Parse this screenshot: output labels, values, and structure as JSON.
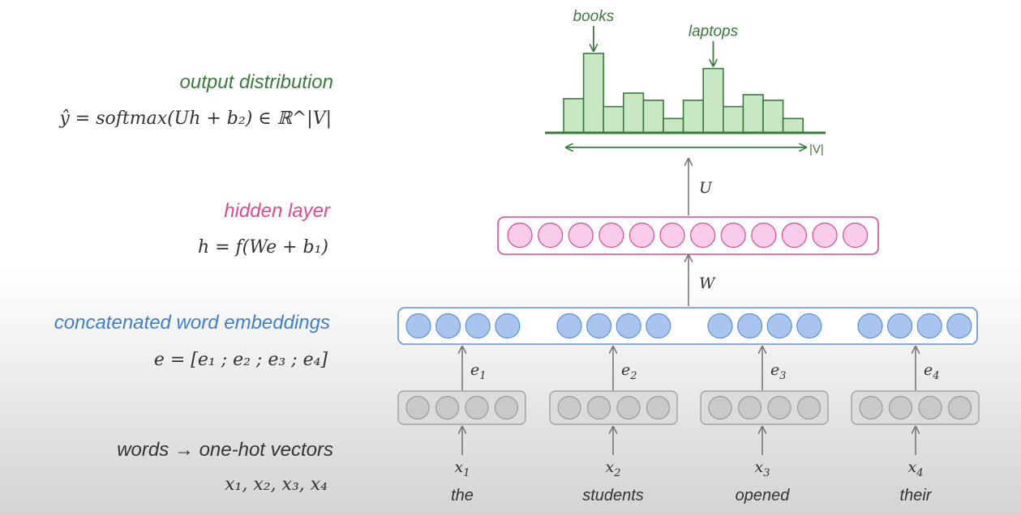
{
  "labels": {
    "output_title": "output distribution",
    "output_formula": "ŷ = softmax(Uh + b₂) ∈ ℝ^|V|",
    "hidden_title": "hidden layer",
    "hidden_formula": "h = f(We + b₁)",
    "embed_title": "concatenated word embeddings",
    "embed_formula": "e = [e₁ ; e₂ ; e₃ ; e₄]",
    "words_title": "words → one-hot vectors",
    "words_formula": "x₁, x₂, x₃, x₄"
  },
  "histogram": {
    "values": [
      0.43,
      1.0,
      0.33,
      0.5,
      0.41,
      0.18,
      0.41,
      0.81,
      0.33,
      0.48,
      0.41,
      0.18
    ],
    "annotations": [
      {
        "text": "books",
        "bar": 1
      },
      {
        "text": "laptops",
        "bar": 7
      }
    ],
    "axis_label": "|V|",
    "color": "#3a7a3e",
    "fill": "#c7e8c3"
  },
  "hidden": {
    "units": 12,
    "stroke": "#e0488f",
    "fill": "#f9ccec"
  },
  "embedding": {
    "groups": 4,
    "units_per_group": 4,
    "stroke": "#5b92d8",
    "fill": "#a9c4ef"
  },
  "onehot": {
    "units_per_group": 4,
    "stroke": "#9a9a9a",
    "fill": "#c9c9c9"
  },
  "weights": {
    "u": "U",
    "w": "W"
  },
  "words": [
    {
      "word": "the",
      "x": "x",
      "x_sub": "1",
      "e": "e",
      "e_sub": "1"
    },
    {
      "word": "students",
      "x": "x",
      "x_sub": "2",
      "e": "e",
      "e_sub": "2"
    },
    {
      "word": "opened",
      "x": "x",
      "x_sub": "3",
      "e": "e",
      "e_sub": "3"
    },
    {
      "word": "their",
      "x": "x",
      "x_sub": "4",
      "e": "e",
      "e_sub": "4"
    }
  ]
}
